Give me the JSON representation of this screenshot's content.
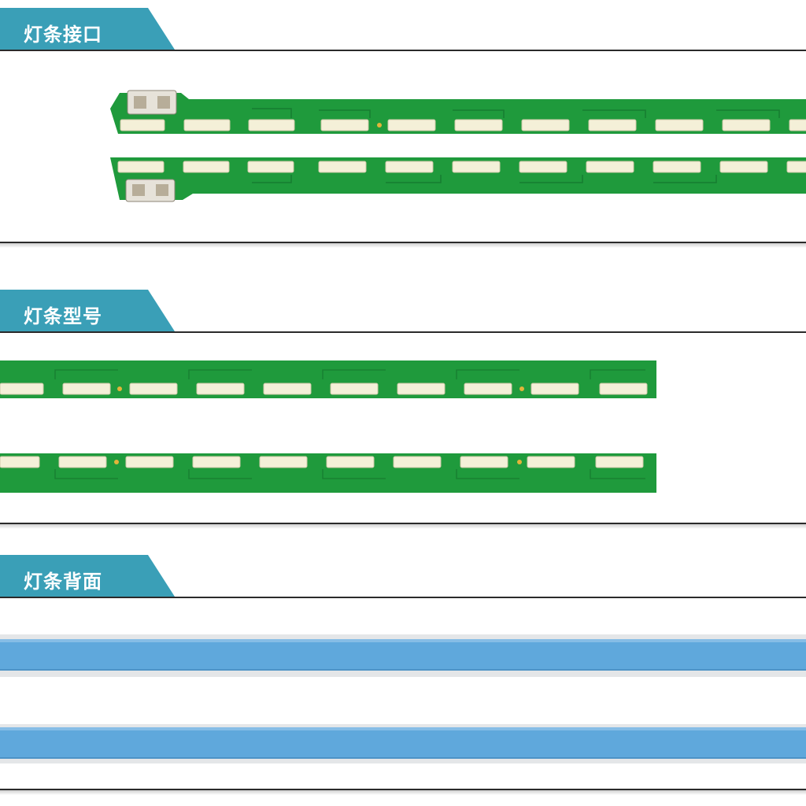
{
  "sections": [
    {
      "title": "灯条接口"
    },
    {
      "title": "灯条型号"
    },
    {
      "title": "灯条背面"
    }
  ],
  "colors": {
    "tab": "#3a9fb7",
    "pcb_green": "#1f9a3c",
    "led": "#f4f0d8",
    "tape_blue": "#5fa8dc",
    "aluminum": "#e6e8ea"
  },
  "icons": [
    "connector-icon"
  ]
}
